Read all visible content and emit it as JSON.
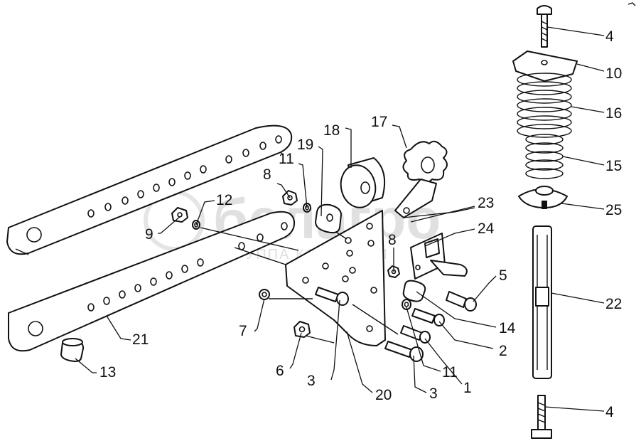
{
  "watermark": {
    "brand": "белагро",
    "tagline": "ГРУППА КОМПАНИЙ"
  },
  "callouts": [
    {
      "id": "4",
      "label": "4"
    },
    {
      "id": "10",
      "label": "10"
    },
    {
      "id": "16",
      "label": "16"
    },
    {
      "id": "15",
      "label": "15"
    },
    {
      "id": "25",
      "label": "25"
    },
    {
      "id": "22",
      "label": "22"
    },
    {
      "id": "4b",
      "label": "4"
    },
    {
      "id": "17",
      "label": "17"
    },
    {
      "id": "18",
      "label": "18"
    },
    {
      "id": "19",
      "label": "19"
    },
    {
      "id": "11",
      "label": "11"
    },
    {
      "id": "8",
      "label": "8"
    },
    {
      "id": "12",
      "label": "12"
    },
    {
      "id": "9",
      "label": "9"
    },
    {
      "id": "23",
      "label": "23"
    },
    {
      "id": "24",
      "label": "24"
    },
    {
      "id": "8b",
      "label": "8"
    },
    {
      "id": "5",
      "label": "5"
    },
    {
      "id": "14",
      "label": "14"
    },
    {
      "id": "2",
      "label": "2"
    },
    {
      "id": "11b",
      "label": "11"
    },
    {
      "id": "1",
      "label": "1"
    },
    {
      "id": "3",
      "label": "3"
    },
    {
      "id": "3b",
      "label": "3"
    },
    {
      "id": "20",
      "label": "20"
    },
    {
      "id": "6",
      "label": "6"
    },
    {
      "id": "7",
      "label": "7"
    },
    {
      "id": "21",
      "label": "21"
    },
    {
      "id": "13",
      "label": "13"
    }
  ]
}
